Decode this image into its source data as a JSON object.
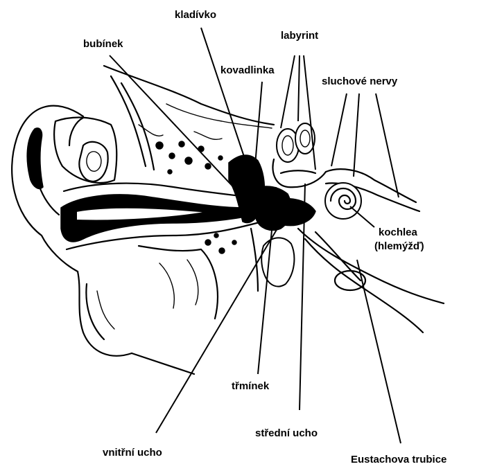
{
  "labels": {
    "kladivko": "kladívko",
    "bubinek": "bubínek",
    "labyrint": "labyrint",
    "kovadlinka": "kovadlinka",
    "sluchove_nervy": "sluchové nervy",
    "kochlea": "kochlea",
    "hlemyzd": "(hlemýžď)",
    "trminek": "třmínek",
    "vnitrni_ucho": "vnitřní ucho",
    "stredni_ucho": "střední ucho",
    "eustachova_trubice": "Eustachova trubice"
  }
}
